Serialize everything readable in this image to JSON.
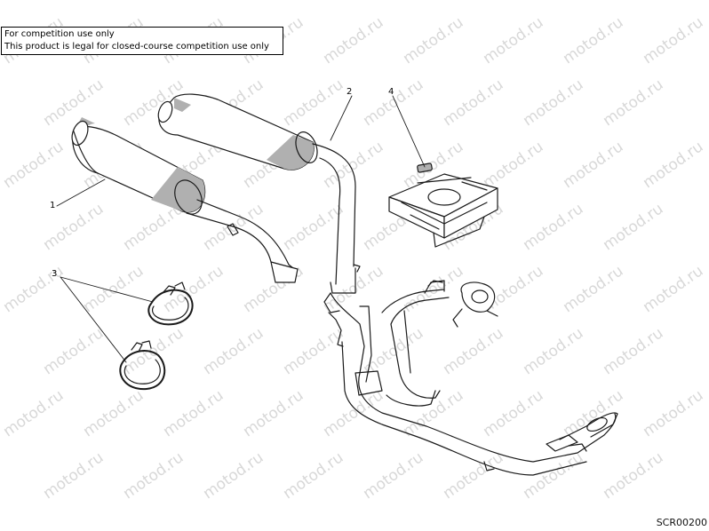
{
  "notice": {
    "line1": "For competition use only",
    "line2": "This product is legal for closed-course competition use only"
  },
  "callouts": [
    "1",
    "2",
    "3",
    "4"
  ],
  "drawing_code": "SCR00200",
  "watermark": "motod.ru",
  "colors": {
    "line": "#1a1a1a",
    "shade": "#b0b0b0",
    "watermark": "#d8d8d8"
  }
}
